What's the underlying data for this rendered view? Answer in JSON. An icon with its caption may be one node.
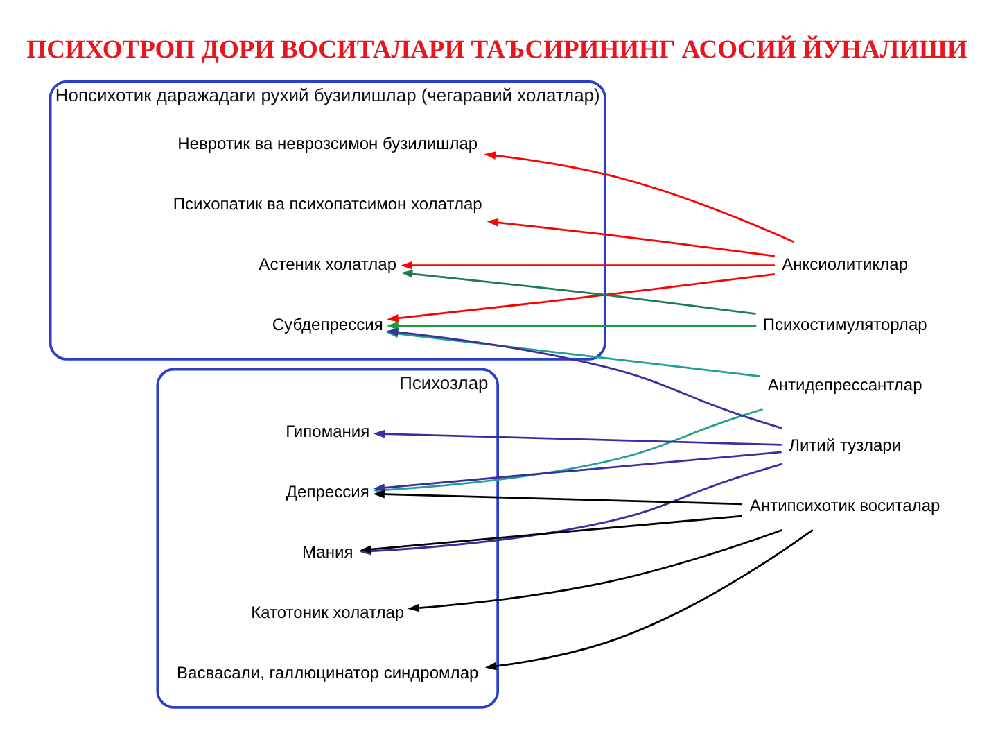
{
  "diagram": {
    "title": "ПСИХОТРОП ДОРИ ВОСИТАЛАРИ ТАЪСИРИНИНГ АСОСИЙ ЙУНАЛИШИ",
    "nodes": [
      {
        "text": [
          "Нопсихотик даражадаги рухий бузилишлар (чегаравий холатлар)"
        ]
      },
      {
        "text": [
          "Астеник холатлар"
        ],
        "in": 0
      },
      {
        "text": [
          "Невротик ва неврозсимон бузилишлар"
        ],
        "in": 0
      },
      {
        "text": [
          "Психопатик ва психопатсимон холатлар"
        ],
        "in": 0
      },
      {
        "text": [
          "Субдепрессия"
        ],
        "in": 0
      },
      {
        "text": [
          "Психозлар"
        ]
      },
      {
        "text": [
          "Гипомания"
        ],
        "in": 5
      },
      {
        "text": [
          "Депрессия"
        ],
        "in": 5
      },
      {
        "text": [
          "Мания"
        ],
        "in": 5
      },
      {
        "text": [
          "Васвасали, галлюцинатор синдромлар"
        ],
        "in": 5
      },
      {
        "text": [
          "Катотоник холатлар"
        ],
        "in": 5
      },
      {
        "text": [
          "Анксиолитиклар"
        ]
      },
      {
        "text": [
          "Психостимуляторлар"
        ]
      },
      {
        "text": [
          "Антидепрессантлар"
        ]
      },
      {
        "text": [
          "Литий тузлари"
        ]
      },
      {
        "text": [
          "Антипсихотик воситалар"
        ]
      }
    ],
    "edges": [
      {
        "from": 11,
        "to": 1,
        "arrow": "to",
        "color": "#ff0000"
      },
      {
        "from": 11,
        "to": 2,
        "arrow": "to",
        "color": "#ff0000"
      },
      {
        "from": 11,
        "to": 3,
        "arrow": "to",
        "color": "#ff0000"
      },
      {
        "from": 11,
        "to": 4,
        "arrow": "to",
        "color": "#ff0000"
      },
      {
        "from": 12,
        "to": 1,
        "arrow": "to",
        "color": "#1f7a4f"
      },
      {
        "from": 12,
        "to": 4,
        "arrow": "to",
        "color": "#1f9a3a"
      },
      {
        "from": 13,
        "to": 4,
        "arrow": "to",
        "color": "#1fa090"
      },
      {
        "from": 13,
        "to": 7,
        "arrow": "to",
        "color": "#1fa090"
      },
      {
        "from": 14,
        "to": 4,
        "arrow": "to",
        "color": "#3a2fa0"
      },
      {
        "from": 14,
        "to": 6,
        "arrow": "to",
        "color": "#3a2fa0"
      },
      {
        "from": 14,
        "to": 7,
        "arrow": "to",
        "color": "#3a2fa0"
      },
      {
        "from": 14,
        "to": 8,
        "arrow": "to",
        "color": "#3a2fa0"
      },
      {
        "from": 15,
        "to": 7,
        "arrow": "to",
        "color": "#000000"
      },
      {
        "from": 15,
        "to": 8,
        "arrow": "to",
        "color": "#000000"
      },
      {
        "from": 15,
        "to": 9,
        "arrow": "to",
        "color": "#000000"
      },
      {
        "from": 15,
        "to": 10,
        "arrow": "to",
        "color": "#000000"
      }
    ]
  }
}
